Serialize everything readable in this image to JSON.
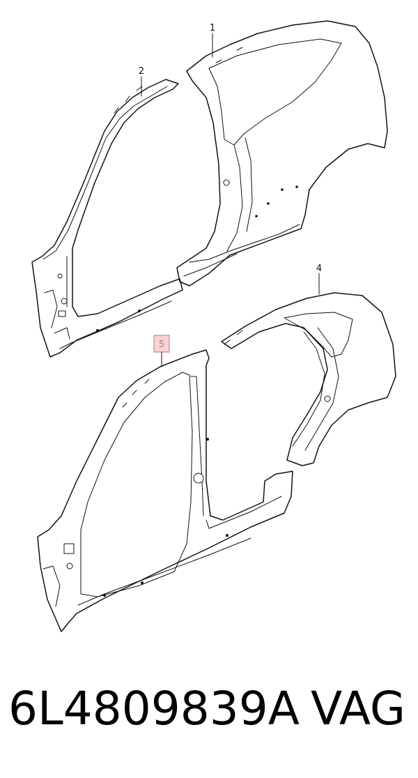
{
  "diagram": {
    "callouts": [
      {
        "id": "1",
        "label": "1",
        "highlighted": false
      },
      {
        "id": "2",
        "label": "2",
        "highlighted": false
      },
      {
        "id": "4",
        "label": "4",
        "highlighted": false
      },
      {
        "id": "5",
        "label": "5",
        "highlighted": true
      }
    ],
    "colors": {
      "line": "#111111",
      "highlight_fill": "#f6d4d8",
      "highlight_stroke": "#c8707c",
      "highlight_text": "#c8707c"
    }
  },
  "caption": {
    "part_number": "6L4809839A",
    "brand": "VAG"
  }
}
